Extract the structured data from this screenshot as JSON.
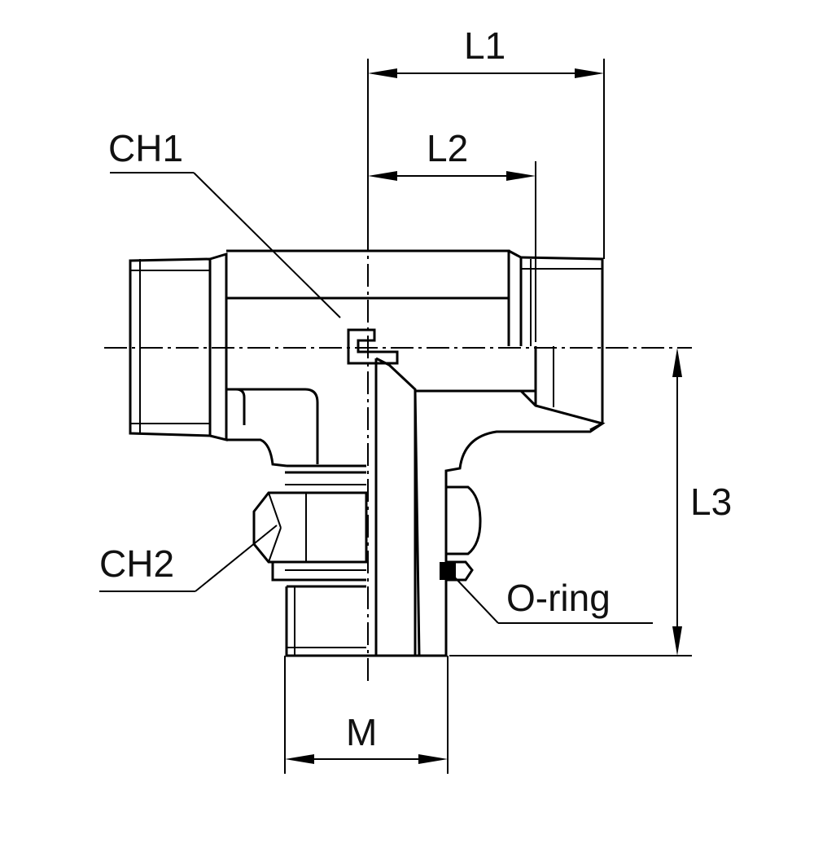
{
  "labels": {
    "l1": "L1",
    "l2": "L2",
    "l3": "L3",
    "ch1": "CH1",
    "ch2": "CH2",
    "oring": "O-ring",
    "m": "M"
  }
}
